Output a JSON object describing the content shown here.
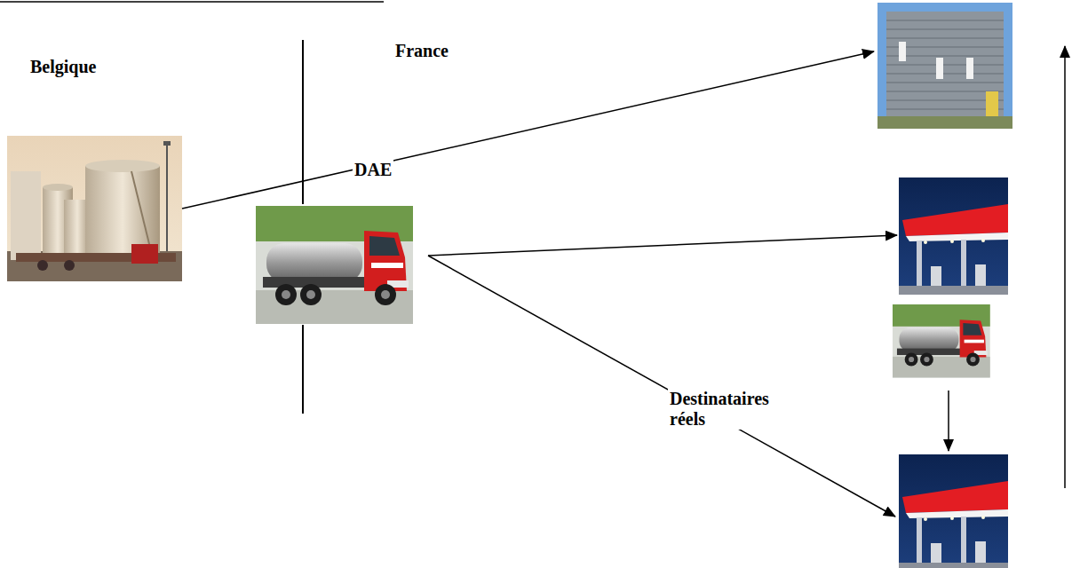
{
  "diagram": {
    "labels": [
      "Belgique",
      "France",
      "DAE",
      "Destinataires réels"
    ]
  }
}
